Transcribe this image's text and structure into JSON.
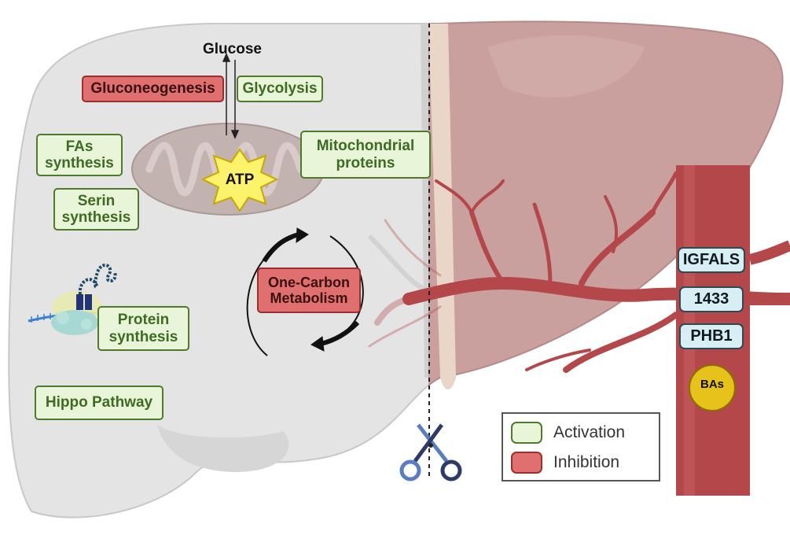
{
  "labels": {
    "glucose": "Glucose",
    "atp": "ATP",
    "bas": "BAs"
  },
  "activated": [
    {
      "id": "glycolysis",
      "text": "Glycolysis"
    },
    {
      "id": "fas-synthesis",
      "text": "FAs\nsynthesis"
    },
    {
      "id": "serin-synthesis",
      "text": "Serin\nsynthesis"
    },
    {
      "id": "mitochondrial-proteins",
      "text": "Mitochondrial\nproteins"
    },
    {
      "id": "protein-synthesis",
      "text": "Protein\nsynthesis"
    },
    {
      "id": "hippo-pathway",
      "text": "Hippo Pathway"
    }
  ],
  "inhibited": [
    {
      "id": "gluconeogenesis",
      "text": "Gluconeogenesis"
    },
    {
      "id": "one-carbon-metabolism",
      "text": "One-Carbon\nMetabolism"
    }
  ],
  "circulating_proteins": [
    "IGFALS",
    "1433",
    "PHB1"
  ],
  "legend": {
    "activation": "Activation",
    "inhibition": "Inhibition"
  },
  "colors": {
    "activation_fill": "#e8f5d8",
    "activation_border": "#4f7a2c",
    "inhibition_fill": "#e07070",
    "inhibition_border": "#9b2f2f",
    "liver_resected": "#e5e5e5",
    "liver_remnant": "#c9a09e",
    "vessel": "#b4474a",
    "bile_acid": "#e6c21a"
  }
}
